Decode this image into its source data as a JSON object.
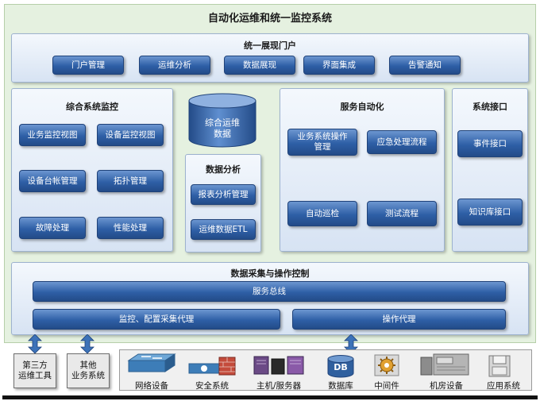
{
  "title": "自动化运维和统一监控系统",
  "portal": {
    "title": "统一展现门户",
    "items": [
      "门户管理",
      "运维分析",
      "数据展现",
      "界面集成",
      "告警通知"
    ]
  },
  "monitor": {
    "title": "综合系统监控",
    "items": [
      "业务监控视图",
      "设备监控视图",
      "设备台帐管理",
      "拓扑管理",
      "故障处理",
      "性能处理"
    ]
  },
  "database": {
    "line1": "综合运维",
    "line2": "数据"
  },
  "analysis": {
    "title": "数据分析",
    "items": [
      "报表分析管理",
      "运维数据ETL"
    ]
  },
  "automation": {
    "title": "服务自动化",
    "item1_line1": "业务系统操作",
    "item1_line2": "管理",
    "items": [
      "应急处理流程",
      "自动巡检",
      "测试流程"
    ]
  },
  "interface": {
    "title": "系统接口",
    "items": [
      "事件接口",
      "知识库接口"
    ]
  },
  "collection": {
    "title": "数据采集与操作控制",
    "bus": "服务总线",
    "agent1": "监控、配置采集代理",
    "agent2": "操作代理"
  },
  "tools": [
    {
      "line1": "第三方",
      "line2": "运维工具"
    },
    {
      "line1": "其他",
      "line2": "业务系统"
    }
  ],
  "devices": [
    "网络设备",
    "安全系统",
    "主机/服务器",
    "数据库",
    "中间件",
    "机房设备",
    "应用系统"
  ],
  "db_icon_text": "DB"
}
